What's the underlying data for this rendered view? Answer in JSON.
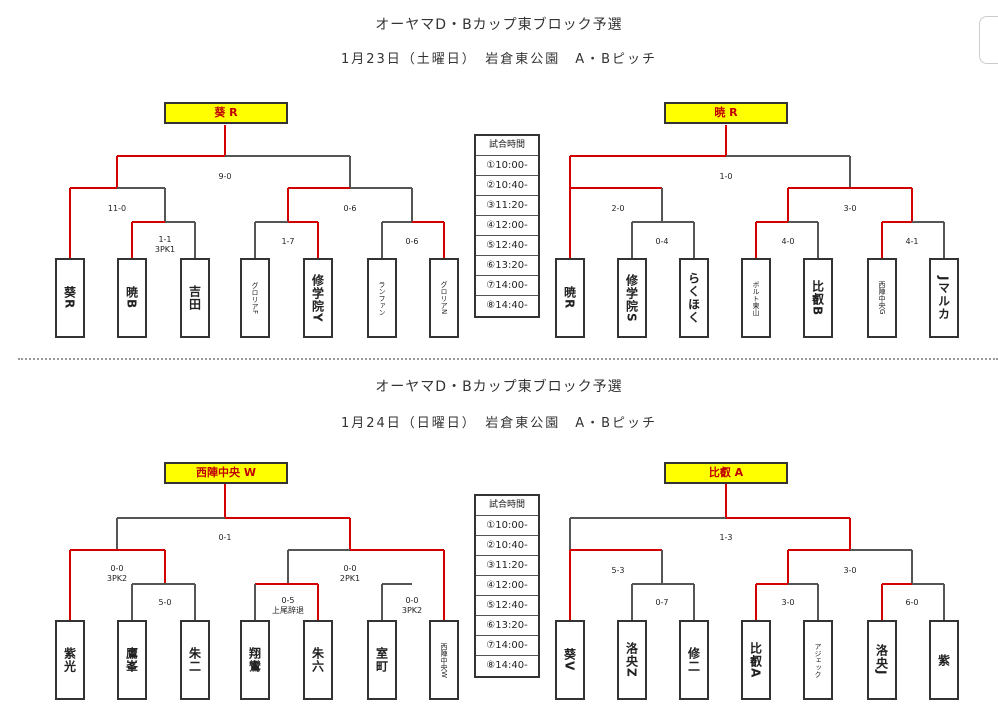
{
  "sections": [
    {
      "title": "オーヤマD・Bカップ東ブロック予選",
      "subtitle": "1月23日（土曜日）　岩倉東公園　A・Bピッチ",
      "time_header": "試合時間",
      "times": [
        "①10:00-",
        "②10:40-",
        "③11:20-",
        "④12:00-",
        "⑤12:40-",
        "⑥13:20-",
        "⑦14:00-",
        "⑧14:40-"
      ],
      "left": {
        "winner": "葵 R",
        "final_score": "9-0",
        "semi_scores": [
          "11-0",
          "0-6"
        ],
        "quarter_scores": [
          {
            "main": "1-1",
            "sub": "3PK1"
          },
          {
            "main": "1-7",
            "sub": ""
          },
          {
            "main": "0-6",
            "sub": ""
          }
        ],
        "teams": [
          "葵R",
          "暁B",
          "吉田",
          "グロリアF",
          "修学院Y",
          "ランファン",
          "グロリアN"
        ]
      },
      "right": {
        "winner": "暁 R",
        "final_score": "1-0",
        "semi_scores": [
          "2-0",
          "3-0"
        ],
        "quarter_scores": [
          {
            "main": "0-4",
            "sub": ""
          },
          {
            "main": "4-0",
            "sub": ""
          },
          {
            "main": "4-1",
            "sub": ""
          }
        ],
        "teams": [
          "暁R",
          "修学院S",
          "らくほく",
          "ボルト東山",
          "比叡B",
          "西陣中央G",
          "Jマルカ"
        ]
      }
    },
    {
      "title": "オーヤマD・Bカップ東ブロック予選",
      "subtitle": "1月24日（日曜日）　岩倉東公園　A・Bピッチ",
      "time_header": "試合時間",
      "times": [
        "①10:00-",
        "②10:40-",
        "③11:20-",
        "④12:00-",
        "⑤12:40-",
        "⑥13:20-",
        "⑦14:00-",
        "⑧14:40-"
      ],
      "left": {
        "winner": "西陣中央 W",
        "final_score": "0-1",
        "semi_scores": [
          {
            "main": "0-0",
            "sub": "3PK2"
          },
          {
            "main": "0-0",
            "sub": "2PK1"
          }
        ],
        "quarter_scores": [
          {
            "main": "5-0",
            "sub": ""
          },
          {
            "main": "0-5",
            "sub": "上尾辞退"
          },
          {
            "main": "0-0",
            "sub": "3PK2"
          }
        ],
        "teams": [
          "紫光",
          "鷹峯",
          "朱二",
          "翔鸞",
          "朱六",
          "室町",
          "西陣中央W"
        ]
      },
      "right": {
        "winner": "比叡 A",
        "final_score": "1-3",
        "semi_scores": [
          "5-3",
          "3-0"
        ],
        "quarter_scores": [
          {
            "main": "0-7",
            "sub": ""
          },
          {
            "main": "3-0",
            "sub": ""
          },
          {
            "main": "6-0",
            "sub": ""
          }
        ],
        "teams": [
          "葵V",
          "洛央Z",
          "修二",
          "比叡A",
          "アジェック",
          "洛央J",
          "紫"
        ]
      }
    }
  ],
  "colors": {
    "win_line": "#d40000",
    "line": "#555555",
    "winner_bg": "#ffff00",
    "winner_text": "#c00000"
  }
}
